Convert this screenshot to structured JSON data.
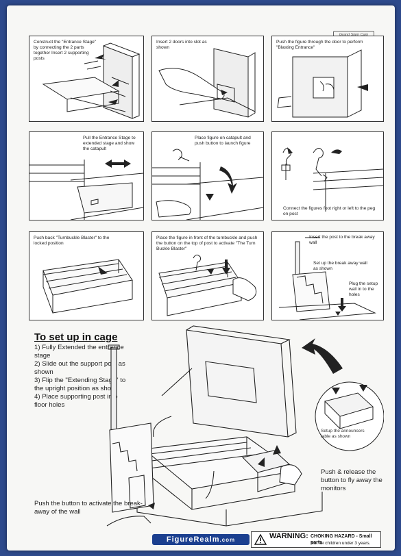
{
  "header": {
    "brand_badge": "Grand Slam Cam"
  },
  "panels": [
    {
      "id": "p1",
      "caption": "Construct the \"Entrance Stage\" by connecting the 2 parts together Insert 2 supporting posts"
    },
    {
      "id": "p2",
      "caption": "Insert 2 doors into slot as shown"
    },
    {
      "id": "p3",
      "caption": "Push the figure through the door to perform \"Blasting Entrance\""
    },
    {
      "id": "p4",
      "caption": "Pull the Entrance Stage to extended stage and show the catapult"
    },
    {
      "id": "p5",
      "caption": "Place figure on catapult and push button to launch figure"
    },
    {
      "id": "p6",
      "caption": "Connect the figures foot right or left to the peg on post"
    },
    {
      "id": "p7",
      "caption": "Push back \"Turnbuckle Blaster\" to the locked position"
    },
    {
      "id": "p8",
      "caption": "Place the figure in front of the turnbuckle and push the button on the top of post to activate \"The Turn Buckle Blaster\""
    },
    {
      "id": "p9",
      "captions": [
        "Insert the post to the break away wall",
        "Set up the break away wall as shown",
        "Plug the setup wall in to the holes"
      ]
    }
  ],
  "cage": {
    "title": "To set up in cage",
    "steps": [
      "1) Fully Extended the entrance stage",
      "2) Slide out the support post as shown",
      "3) Flip the \"Extending Stage\" to the upright position as show",
      "4) Place supporting post into floor holes"
    ],
    "announcer_note": "Setup the announcers table as shown",
    "monitor_note": "Push & release the button to fly away the monitors",
    "wall_note": "Push the button to activate the break-away of the wall"
  },
  "warning": {
    "word": "WARNING:",
    "hazard": "CHOKING HAZARD",
    "detail1": "- Small parts.",
    "detail2": "Not for children under 3 years."
  },
  "watermark": {
    "text": "FigureRealm",
    "suffix": ".com"
  }
}
